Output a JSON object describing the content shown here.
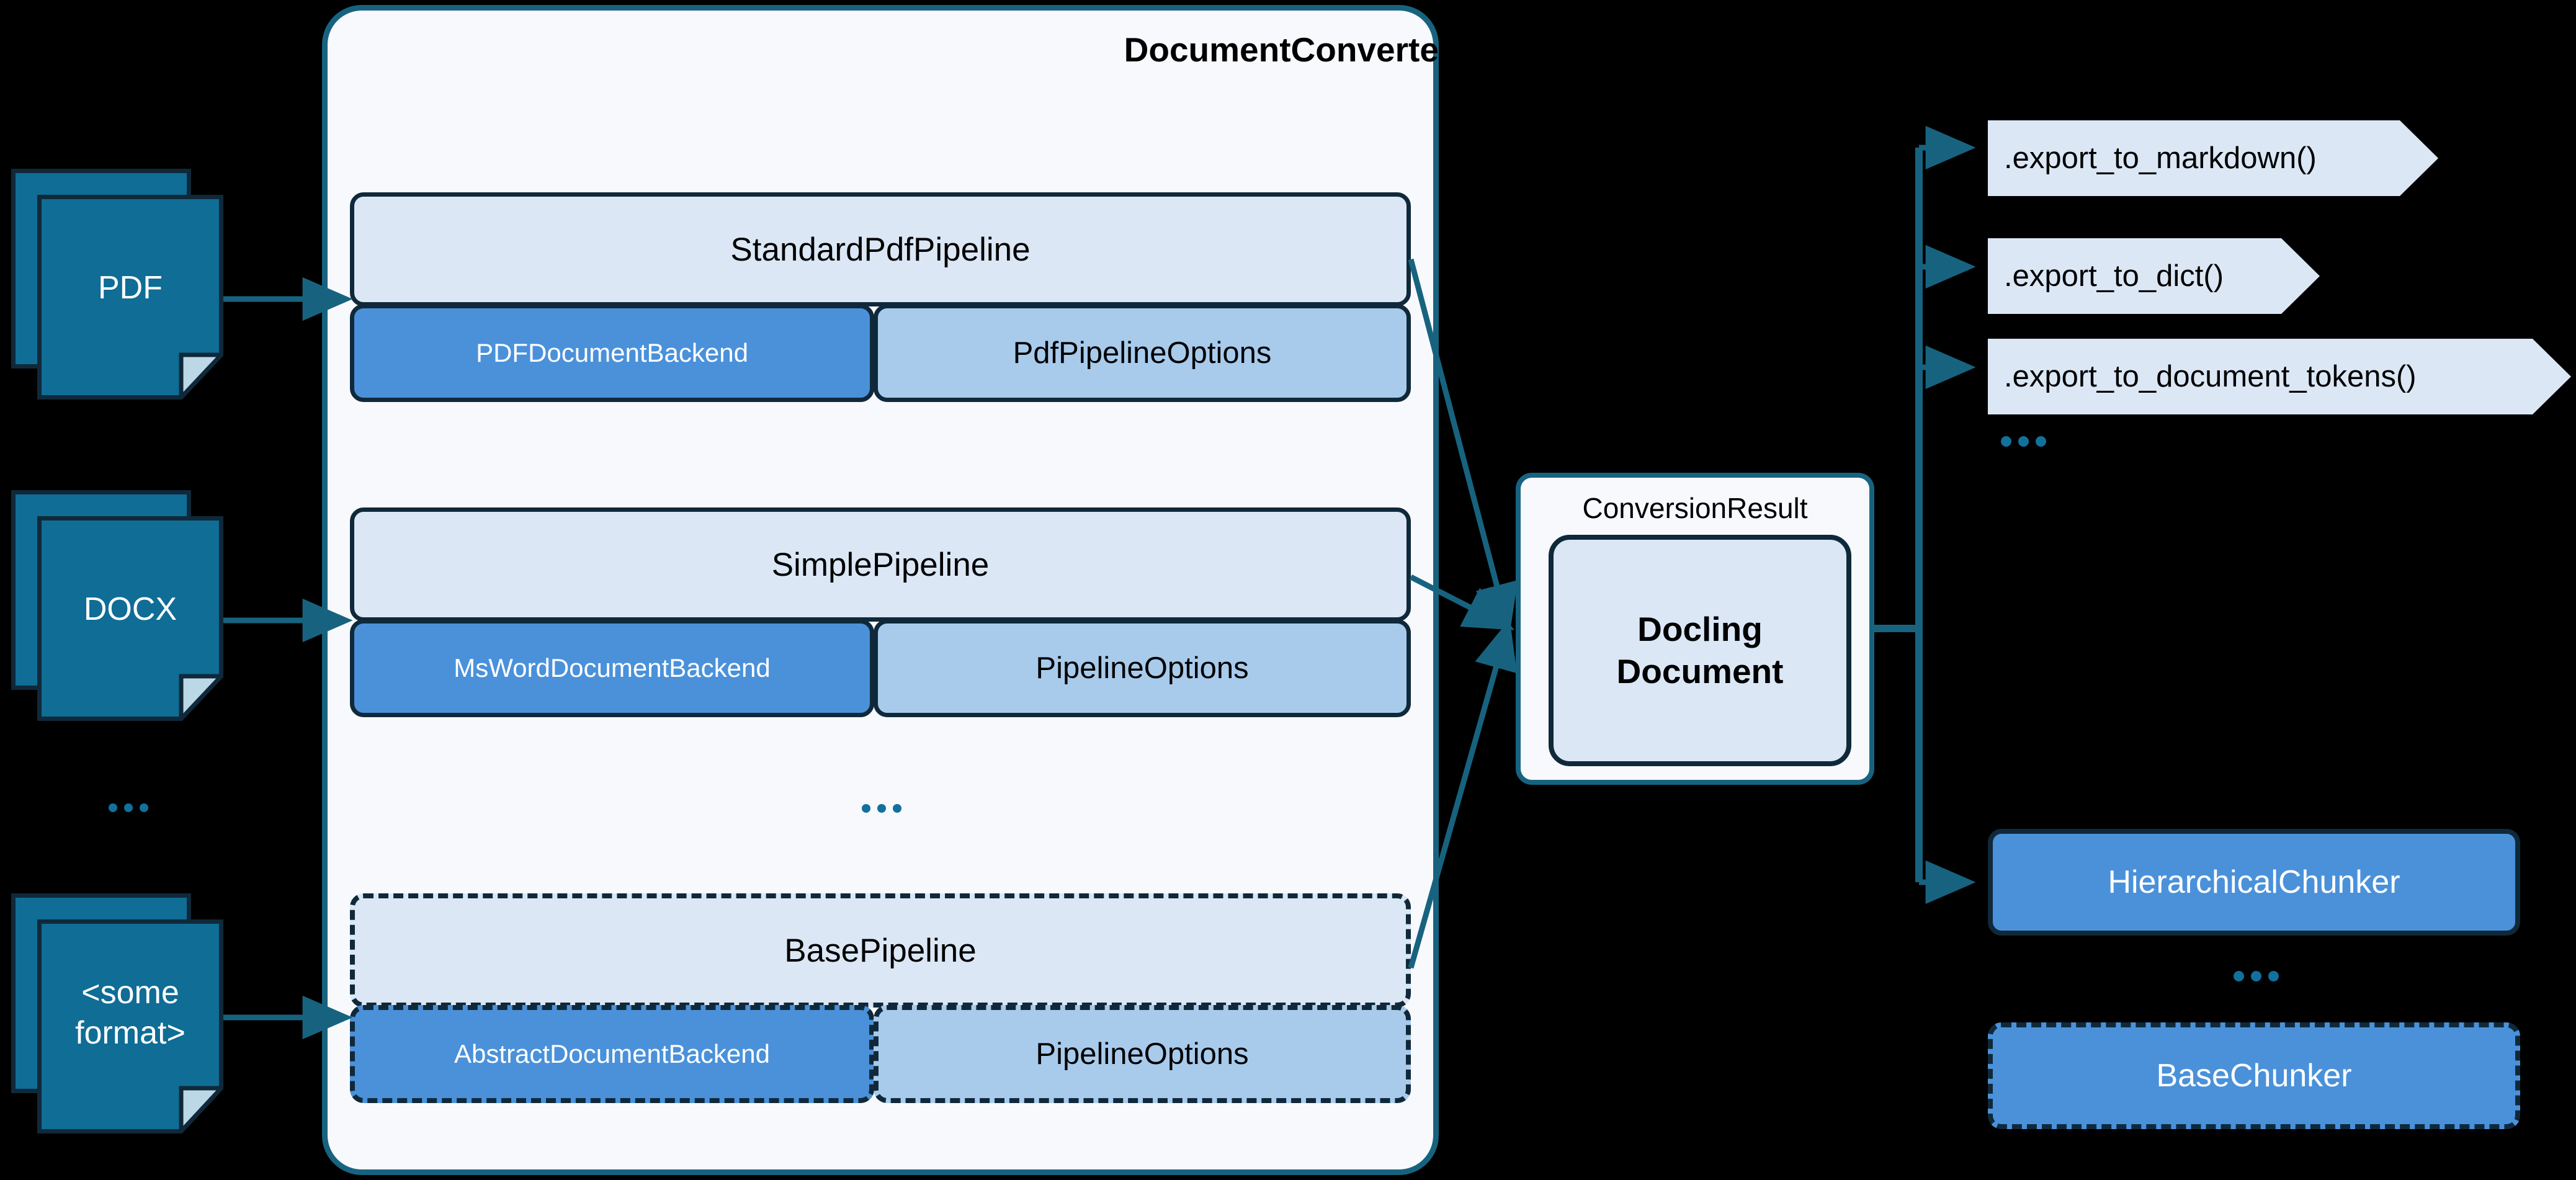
{
  "diagram": {
    "title": "DocumentConverter",
    "accent_teal": "#12709c",
    "accent_navy": "#10293a",
    "backend_blue": "#4a91da",
    "options_blue": "#a8cbec",
    "pipeline_blue": "#dbe7f5",
    "doc_teal": "#0f6d96",
    "canvas_bg": "#000000",
    "container_bg": "#f7f9fd"
  },
  "inputs": {
    "documents": [
      {
        "label": "PDF"
      },
      {
        "label": "DOCX"
      },
      {
        "label": "<some\nformat>",
        "line1": "<some",
        "line2": "format>"
      }
    ],
    "ellipsis": "..."
  },
  "converter": {
    "title": "DocumentConverter",
    "ellipsis": "...",
    "pipelines": [
      {
        "name": "StandardPdfPipeline",
        "backend": "PDFDocumentBackend",
        "options": "PdfPipelineOptions",
        "abstract": false
      },
      {
        "name": "SimplePipeline",
        "backend": "MsWordDocumentBackend",
        "options": "PipelineOptions",
        "abstract": false
      },
      {
        "name": "BasePipeline",
        "backend": "AbstractDocumentBackend",
        "options": "PipelineOptions",
        "abstract": true
      }
    ]
  },
  "result": {
    "container_label": "ConversionResult",
    "document_line1": "Docling",
    "document_line2": "Document"
  },
  "exports": {
    "items": [
      {
        "label": ".export_to_markdown()"
      },
      {
        "label": ".export_to_dict()"
      },
      {
        "label": ".export_to_document_tokens()"
      }
    ],
    "ellipsis": "..."
  },
  "chunkers": {
    "items": [
      {
        "label": "HierarchicalChunker",
        "abstract": false
      },
      {
        "label": "BaseChunker",
        "abstract": true
      }
    ],
    "ellipsis": "..."
  }
}
